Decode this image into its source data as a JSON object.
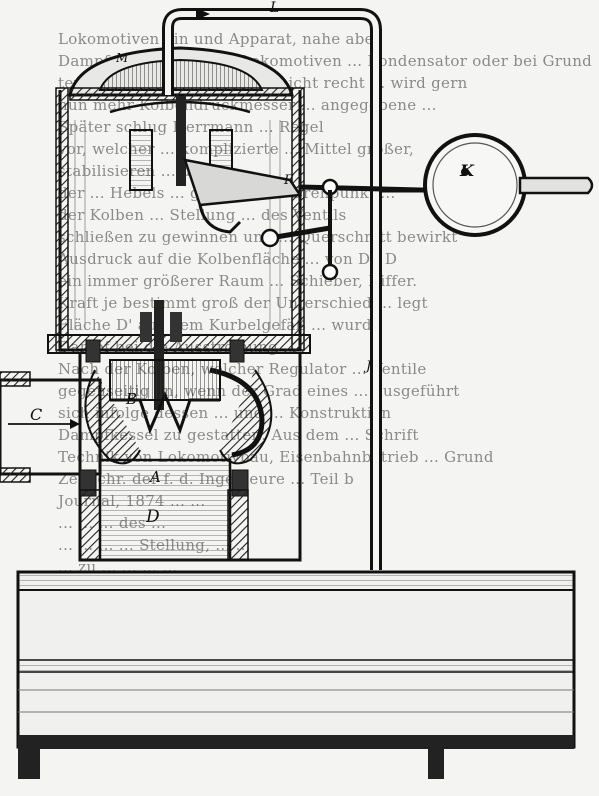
{
  "figure": {
    "background_text_lines": [
      "Lokomotiven ein und Apparat, nahe aber",
      "Dampfen (Leitend) bei Lokomotiven ... Kondensator oder bei Grund",
      "ten Kolben, wo die Flamme nicht recht ... wird gern",
      "nun mehr Kolbendruckmesser ... angegebene ...",
      "Später schlug Herrmann ... Regel",
      "vor, welcher ... komplizierte ... Mittel größer,",
      "stabilisieren ... dass",
      "der ... Hebels ... gesteuert ... Drehpunkt ...",
      "der Kolben ... Stellung ... des Ventils",
      "schließen zu gewinnen und ... Querschnitt bewirkt",
      "Ausdruck auf die Kolbenfläche ... von D', D",
      "ein immer größerer Raum ... Schieber, Differ.",
      "Kraft je bestimmt groß der Unterschied ... legt",
      "Fläche D' aus dem Kurbelgefäß ... wurde",
      "Dampf bei die Ausströmung ...",
      "Nach der Kolben, welcher Regulator ... Ventile",
      "gegenseitig an, wenn der Grad eines ... ausgeführt",
      "sich infolge dessen ... und ... Konstruktion",
      "Dampfkessel zu gestatten. Aus dem ... Schrift",
      "Technik von Lokomotivbau, Eisenbahnbetrieb ... Grund",
      "Zeitschr. der f. d. Ingenieure ... Teil b",
      "Journal, 1874 ... ...",
      "... ... ... des ...",
      "... ... ... ... Stellung, ... ...",
      "... zu ... ... ... ...",
      "... ... ... ... ...",
      "... ... ... ... ... ...",
      "... ... ... ... ... ...",
      "... ... ... ... ...",
      "... ... ... ...",
      "... ... ..."
    ],
    "labels": {
      "top_pipe": "L",
      "gauge": "K",
      "diaphragm": "M",
      "lever": "F",
      "inlet": "C",
      "valve_upper": "B",
      "valve_lower": "A",
      "outlet": "D",
      "rod": "J"
    }
  }
}
